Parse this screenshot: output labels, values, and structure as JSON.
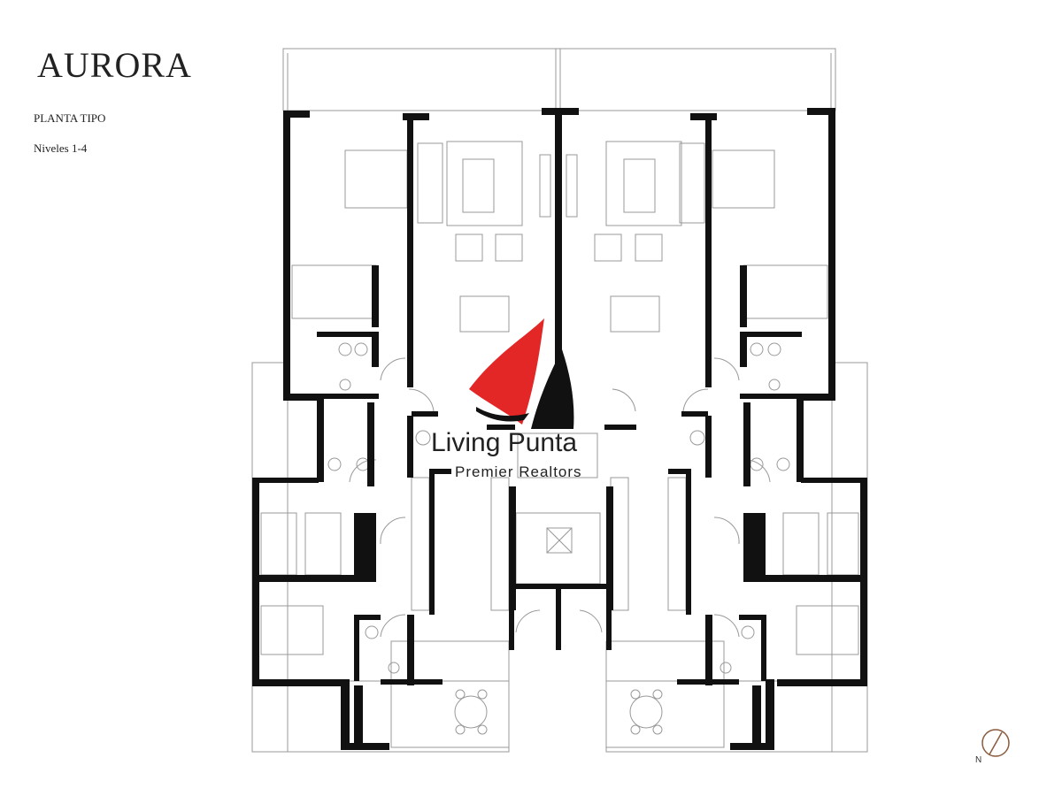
{
  "brand": {
    "name": "AURORA"
  },
  "plan_info": {
    "title": "PLANTA TIPO",
    "levels": "Niveles 1-4"
  },
  "watermark": {
    "title": "Living Punta",
    "subtitle": "Premier Realtors"
  },
  "compass": {
    "label": "N"
  },
  "colors": {
    "wall": "#111111",
    "thin_line": "#999999",
    "brand_accent": "#9c6a4a",
    "watermark_red": "#e32626"
  }
}
